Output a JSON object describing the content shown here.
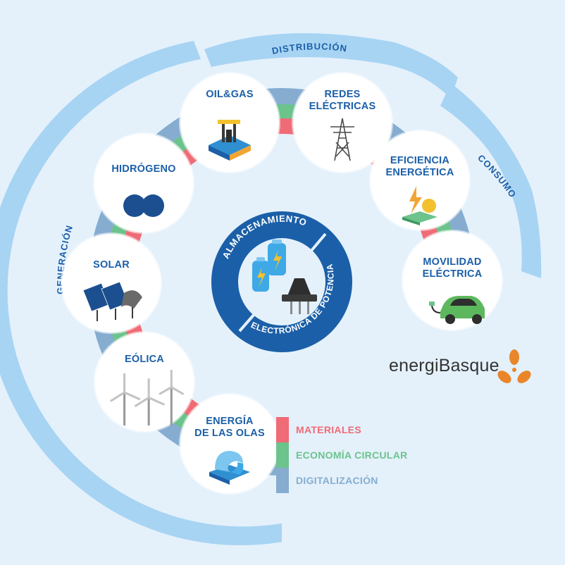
{
  "ring_labels": {
    "generacion": "GENERACIÓN",
    "distribucion": "DISTRIBUCIÓN",
    "consumo": "CONSUMO"
  },
  "center": {
    "almacenamiento": "ALMACENAMIENTO",
    "electronica": "ELECTRÓNICA DE POTENCIA"
  },
  "nodes": {
    "hidrogeno": "HIDRÓGENO",
    "oilgas": "OIL&GAS",
    "redes_1": "REDES",
    "redes_2": "ELÉCTRICAS",
    "eficiencia_1": "EFICIENCIA",
    "eficiencia_2": "ENERGÉTICA",
    "movilidad_1": "MOVILIDAD",
    "movilidad_2": "ELÉCTRICA",
    "solar": "SOLAR",
    "eolica": "EÓLICA",
    "olas_1": "ENERGÍA",
    "olas_2": "DE LAS OLAS"
  },
  "legend": {
    "materiales": "MATERIALES",
    "economia": "ECONOMÍA CIRCULAR",
    "digitalizacion": "DIGITALIZACIÓN"
  },
  "logo": {
    "wordmark": "energiBasque"
  },
  "colors": {
    "materiales": "#ef6b76",
    "economia": "#6cc38c",
    "digitalizacion": "#86add0",
    "brand_blue": "#1b5fa8",
    "logo_orange": "#e9862a"
  }
}
